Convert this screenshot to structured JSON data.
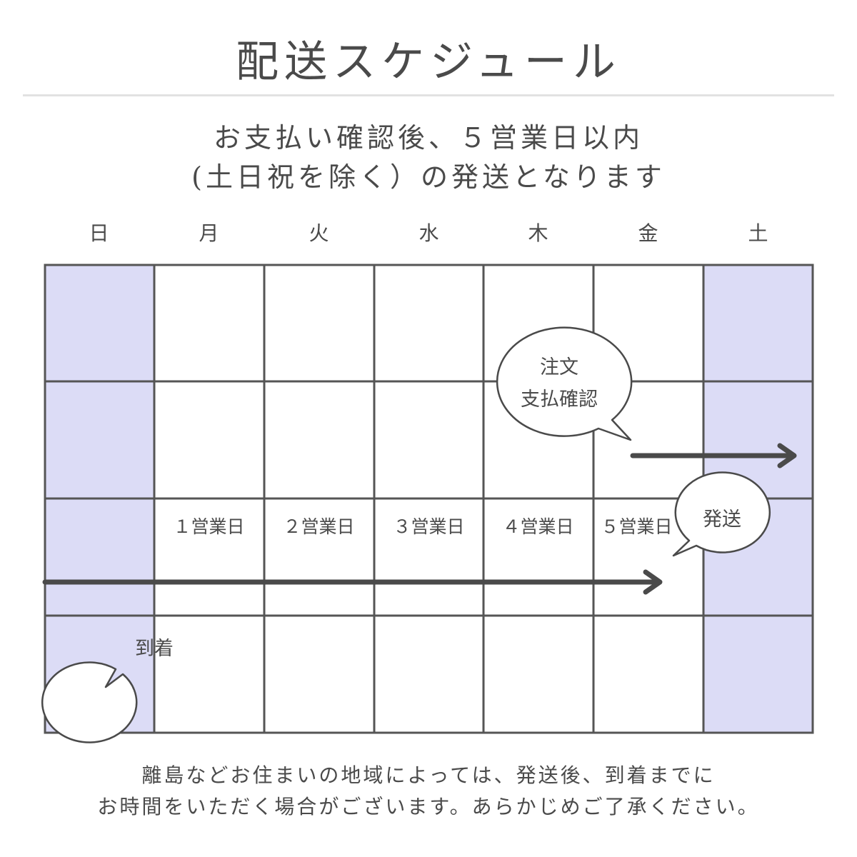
{
  "header": {
    "title": "配送スケジュール",
    "subtitle_line1": "お支払い確認後、５営業日以内",
    "subtitle_line2": "(土日祝を除く）の発送となります"
  },
  "calendar": {
    "weekdays": [
      "日",
      "月",
      "火",
      "水",
      "木",
      "金",
      "土"
    ],
    "business_days": [
      "１営業日",
      "２営業日",
      "３営業日",
      "４営業日",
      "５営業日"
    ],
    "weekend_color": "#dcdcf6",
    "grid_color": "#555555"
  },
  "bubbles": {
    "order": {
      "line1": "注文",
      "line2": "支払確認"
    },
    "ship": {
      "label": "発送"
    },
    "arrive": {
      "label": "到着"
    }
  },
  "footer": {
    "line1": "離島などお住まいの地域によっては、発送後、到着までに",
    "line2": "お時間をいただく場合がございます。あらかじめご了承ください。"
  }
}
